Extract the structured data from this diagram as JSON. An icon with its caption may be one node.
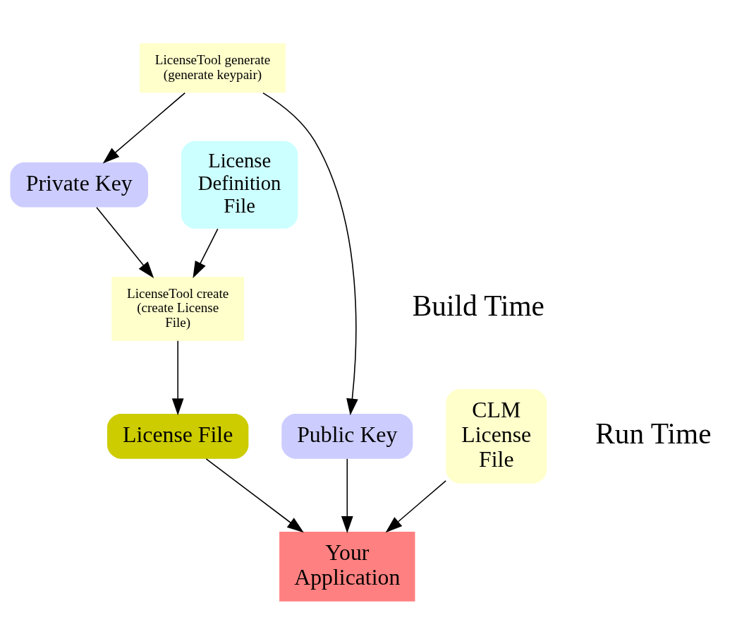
{
  "diagram": {
    "nodes": [
      {
        "text": [
          "LicenseTool generate (generate keypair)"
        ]
      },
      {
        "text": [
          "License Definition File"
        ]
      },
      {
        "text": [
          "Private Key"
        ]
      },
      {
        "text": [
          "LicenseTool create (create License File)"
        ]
      },
      {
        "text": [
          "CLM License File"
        ]
      },
      {
        "text": [
          "License File"
        ]
      },
      {
        "text": [
          "Public Key"
        ]
      },
      {
        "text": [
          "Your Application"
        ]
      }
    ],
    "edges": [
      {
        "from": 0,
        "to": 2,
        "arrow": "to"
      },
      {
        "from": 0,
        "to": 6,
        "arrow": "to"
      },
      {
        "from": 1,
        "to": 3,
        "arrow": "to"
      },
      {
        "from": 2,
        "to": 3,
        "arrow": "to"
      },
      {
        "from": 3,
        "to": 5,
        "arrow": "to"
      },
      {
        "from": 4,
        "to": 7,
        "arrow": "to"
      },
      {
        "from": 5,
        "to": 7,
        "arrow": "to"
      },
      {
        "from": 6,
        "to": 7,
        "arrow": "to"
      }
    ],
    "labels": [
      "Build Time",
      "Run Time"
    ]
  }
}
